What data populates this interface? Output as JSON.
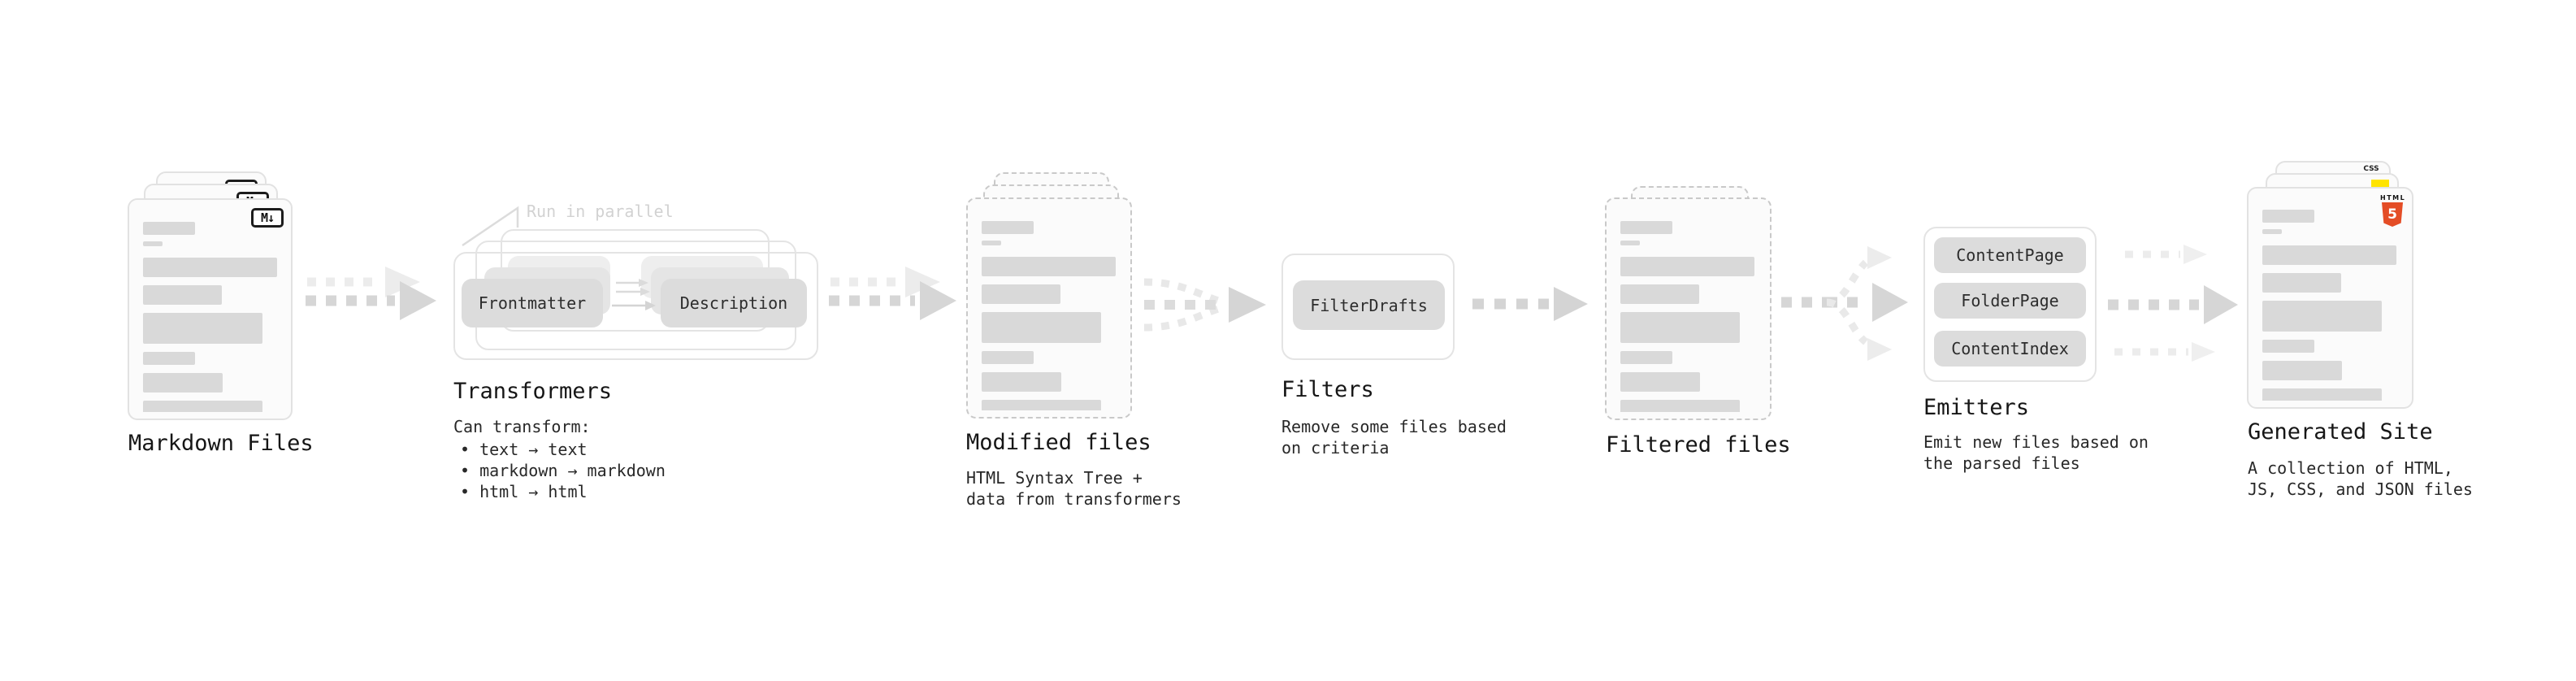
{
  "stages": {
    "markdown": {
      "label": "Markdown Files",
      "badge": "M↓"
    },
    "transformers": {
      "heading": "Transformers",
      "annotation": "Run in parallel",
      "pill_frontmatter": "Frontmatter",
      "pill_description": "Description",
      "desc_title": "Can transform:",
      "bullets": [
        "• text → text",
        "• markdown → markdown",
        "• html → html"
      ]
    },
    "modified": {
      "heading": "Modified files",
      "desc": [
        "HTML Syntax Tree +",
        "data from transformers"
      ]
    },
    "filters": {
      "heading": "Filters",
      "pill": "FilterDrafts",
      "desc": [
        "Remove some files based",
        "on criteria"
      ]
    },
    "filtered": {
      "heading": "Filtered files"
    },
    "emitters": {
      "heading": "Emitters",
      "pills": [
        "ContentPage",
        "FolderPage",
        "ContentIndex"
      ],
      "desc": [
        "Emit new files based on",
        "the parsed files"
      ]
    },
    "generated": {
      "heading": "Generated Site",
      "desc": [
        "A collection of HTML,",
        "JS, CSS, and JSON files"
      ],
      "css_badge_label": "CSS",
      "html_badge_label": "HTML",
      "html_badge_number": "5"
    },
    "colors": {
      "html_orange": "#e44d26",
      "js_yellow": "#ffe400",
      "css_blue": "#2962ff",
      "arrow_dark": "#d6d6d6",
      "arrow_light": "#ececec"
    }
  }
}
